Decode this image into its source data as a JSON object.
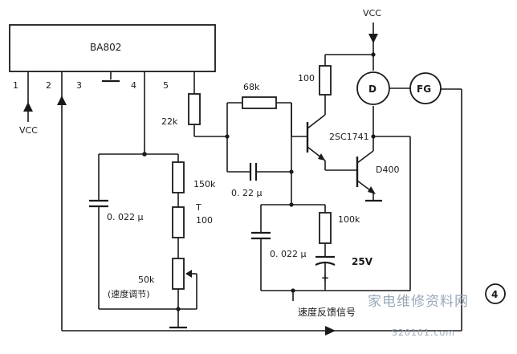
{
  "ic": {
    "name": "BA802",
    "pins": [
      "1",
      "2",
      "3",
      "4",
      "5"
    ]
  },
  "supply": {
    "top_label": "VCC",
    "pin1_label": "VCC"
  },
  "resistors": {
    "r68k": "68k",
    "r22k": "22k",
    "r100": "100",
    "r150k": "150k",
    "rT100": "T\n100",
    "r100k": "100k",
    "pot50k": "50k",
    "pot_note": "(速度调节)"
  },
  "capacitors": {
    "c022u_a": "0. 022 μ",
    "c022u_b": "0. 22 μ",
    "c022u_c": "0. 022 μ",
    "c_elec": "25V"
  },
  "transistors": {
    "q1": "2SC1741",
    "q2": "D400"
  },
  "motors": {
    "m1": "D",
    "m2": "FG"
  },
  "feedback_label": "速度反馈信号",
  "figure_number": "4",
  "watermark": {
    "text": "家电维修资料网",
    "url": "520101.com"
  }
}
